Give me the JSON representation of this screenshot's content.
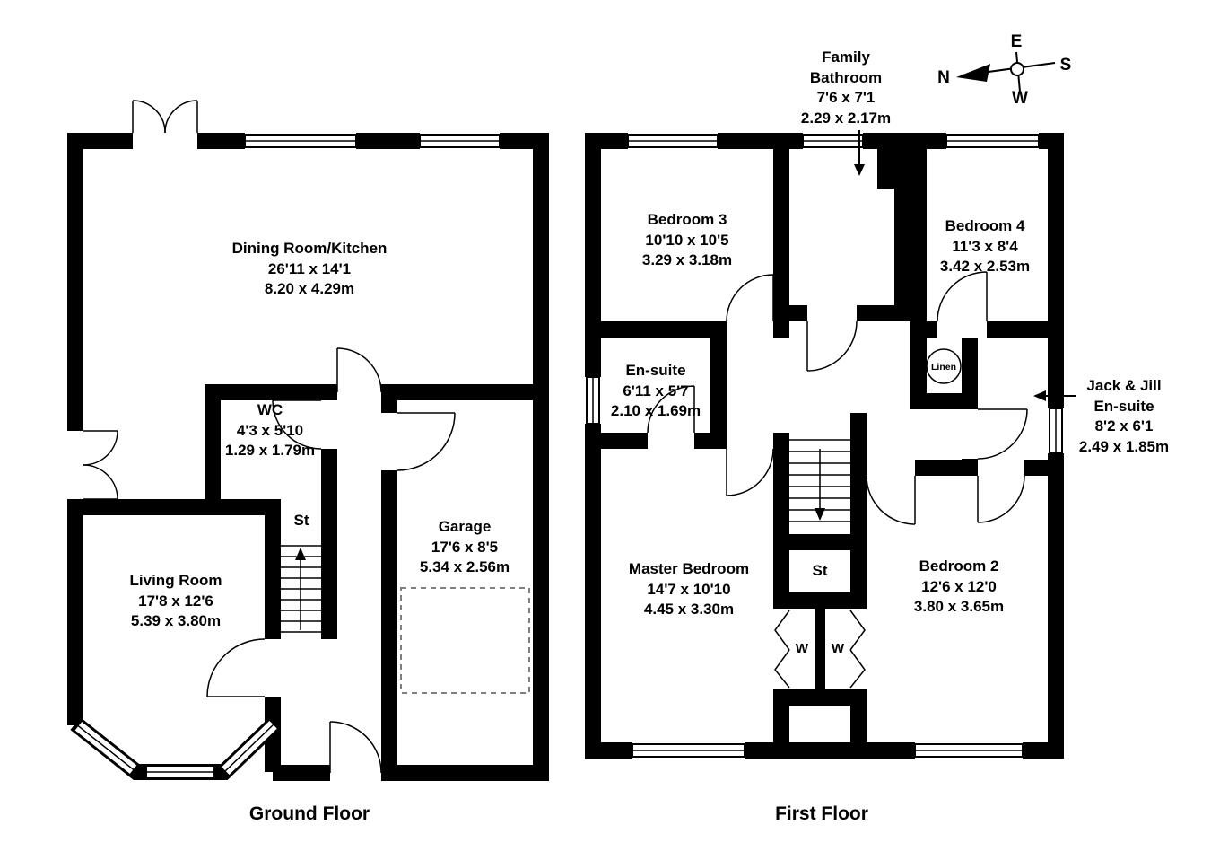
{
  "ground_floor": {
    "title": "Ground Floor",
    "rooms": {
      "dining": {
        "name": "Dining Room/Kitchen",
        "imperial": "26'11 x 14'1",
        "metric": "8.20 x 4.29m"
      },
      "wc": {
        "name": "WC",
        "imperial": "4'3 x 5'10",
        "metric": "1.29 x 1.79m"
      },
      "storage": {
        "name": "St"
      },
      "garage": {
        "name": "Garage",
        "imperial": "17'6 x 8'5",
        "metric": "5.34 x 2.56m"
      },
      "living": {
        "name": "Living Room",
        "imperial": "17'8 x 12'6",
        "metric": "5.39 x 3.80m"
      }
    }
  },
  "first_floor": {
    "title": "First Floor",
    "rooms": {
      "family_bathroom": {
        "name_line1": "Family",
        "name_line2": "Bathroom",
        "imperial": "7'6 x 7'1",
        "metric": "2.29 x 2.17m"
      },
      "bedroom3": {
        "name": "Bedroom 3",
        "imperial": "10'10 x 10'5",
        "metric": "3.29 x 3.18m"
      },
      "bedroom4": {
        "name": "Bedroom 4",
        "imperial": "11'3 x 8'4",
        "metric": "3.42 x 2.53m"
      },
      "ensuite": {
        "name": "En-suite",
        "imperial": "6'11 x 5'7",
        "metric": "2.10 x 1.69m"
      },
      "linen": {
        "name": "Linen"
      },
      "jack_and_jill": {
        "name_line1": "Jack & Jill",
        "name_line2": "En-suite",
        "imperial": "8'2 x 6'1",
        "metric": "2.49 x 1.85m"
      },
      "master": {
        "name": "Master Bedroom",
        "imperial": "14'7 x 10'10",
        "metric": "4.45 x 3.30m"
      },
      "storage": {
        "name": "St"
      },
      "wardrobe1": {
        "name": "W"
      },
      "wardrobe2": {
        "name": "W"
      },
      "bedroom2": {
        "name": "Bedroom 2",
        "imperial": "12'6 x 12'0",
        "metric": "3.80 x 3.65m"
      }
    }
  },
  "compass": {
    "north": "N",
    "east": "E",
    "south": "S",
    "west": "W"
  },
  "colors": {
    "wall": "#000000",
    "background": "#ffffff",
    "dashed_outline": "#7f7f7f"
  }
}
